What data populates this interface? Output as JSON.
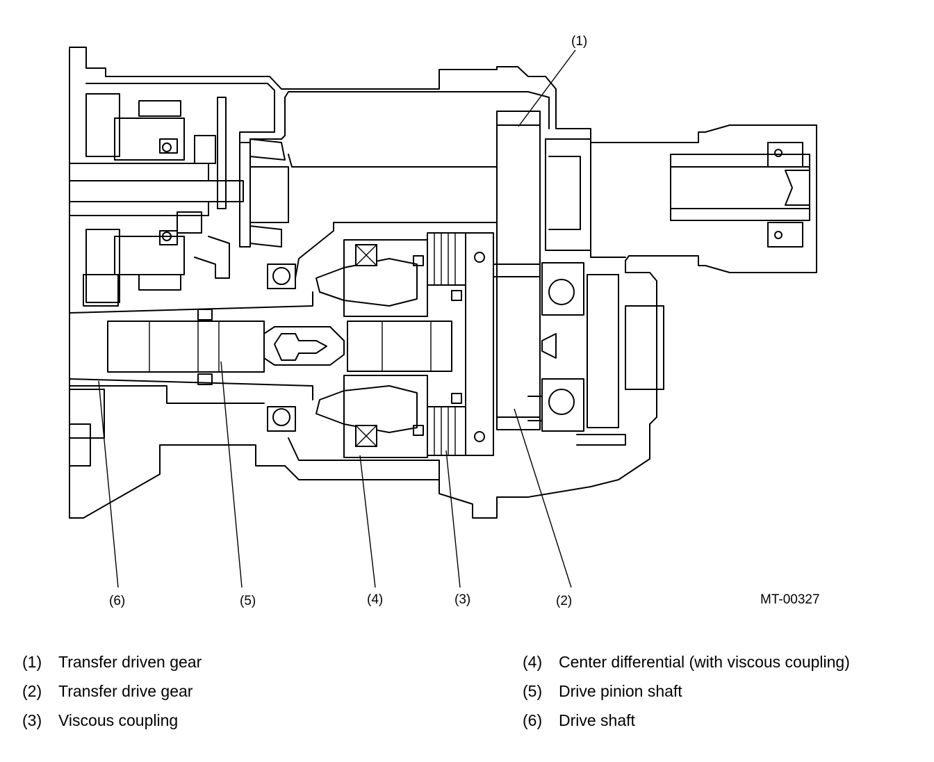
{
  "figure": {
    "code": "MT-00327",
    "callouts": [
      "(1)",
      "(2)",
      "(3)",
      "(4)",
      "(5)",
      "(6)"
    ]
  },
  "legend": [
    {
      "num": "(1)",
      "text": "Transfer driven gear"
    },
    {
      "num": "(2)",
      "text": "Transfer drive gear"
    },
    {
      "num": "(3)",
      "text": "Viscous coupling"
    },
    {
      "num": "(4)",
      "text": "Center differential (with viscous coupling)"
    },
    {
      "num": "(5)",
      "text": "Drive pinion shaft"
    },
    {
      "num": "(6)",
      "text": "Drive shaft"
    }
  ]
}
